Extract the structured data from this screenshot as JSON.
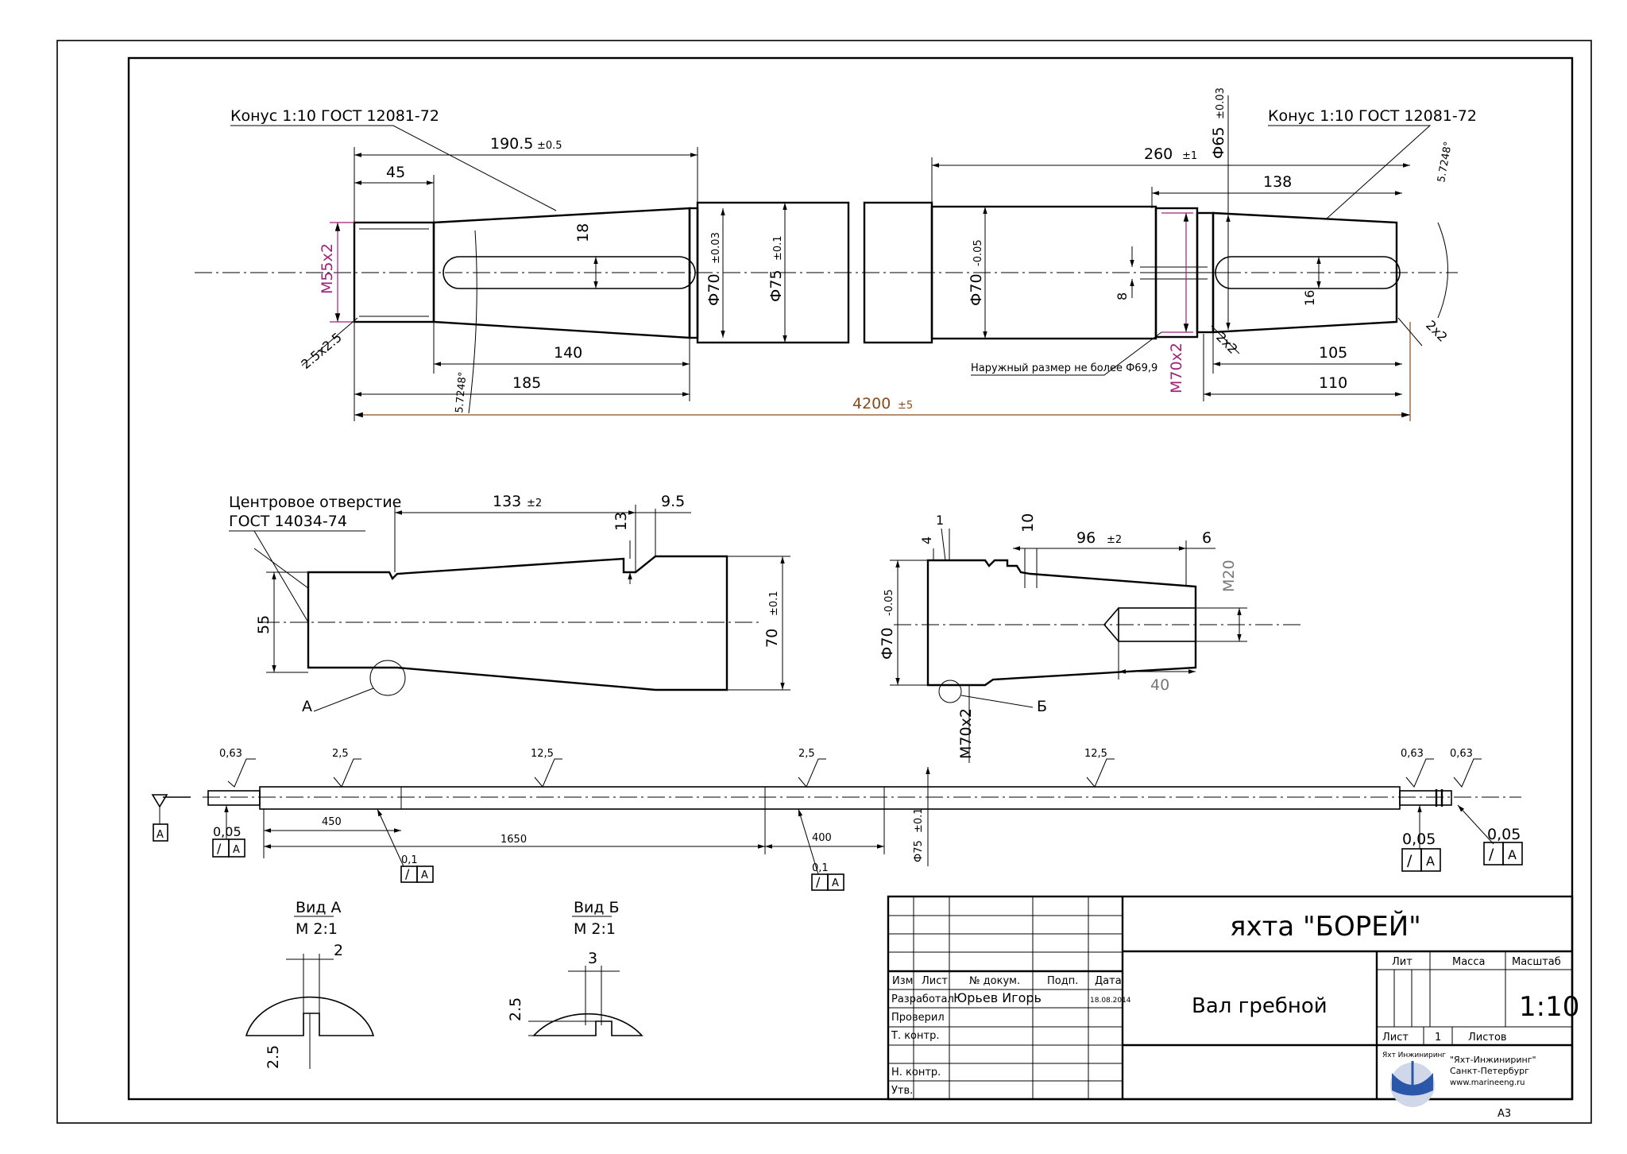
{
  "drawing": {
    "top_view": {
      "cone_left_label": "Конус 1:10 ГОСТ 12081-72",
      "cone_right_label": "Конус 1:10 ГОСТ 12081-72",
      "dim_190": "190.5",
      "dim_190_tol": "±0.5",
      "dim_45": "45",
      "dim_18": "18",
      "dim_d70": "Ф70",
      "dim_d70_tol": "±0.03",
      "dim_d75": "Ф75",
      "dim_d75_tol": "±0.1",
      "dim_m55": "M55x2",
      "dim_chamfer_left": "2.5x2.5",
      "dim_angle_left": "5.7248°",
      "dim_140": "140",
      "dim_185": "185",
      "dim_4200": "4200",
      "dim_4200_tol": "±5",
      "dim_260": "260",
      "dim_260_tol": "±1",
      "dim_d65": "Ф65",
      "dim_d65_tol": "±0.03",
      "dim_angle_right": "5.7248°",
      "dim_138": "138",
      "dim_d70b": "Ф70",
      "dim_d70b_tol": "-0.05",
      "dim_8": "8",
      "dim_16": "16",
      "dim_m70": "M70x2",
      "dim_chamfer_right1": "2x2",
      "dim_chamfer_right2": "2x2",
      "dim_105": "105",
      "dim_110": "110",
      "note_outer": "Наружный размер не более Ф69,9"
    },
    "section_left": {
      "center_hole_label_1": "Центровое отверстие",
      "center_hole_label_2": "ГОСТ 14034-74",
      "dim_133": "133",
      "dim_133_tol": "±2",
      "dim_9_5": "9.5",
      "dim_13": "13",
      "dim_55": "55",
      "dim_70": "70",
      "dim_70_tol": "±0.1",
      "callout_a": "А"
    },
    "section_right": {
      "dim_1": "1",
      "dim_4": "4",
      "dim_10": "10",
      "dim_96": "96",
      "dim_96_tol": "±2",
      "dim_6": "6",
      "dim_m20": "M20",
      "dim_d70": "Ф70",
      "dim_d70_tol": "-0.05",
      "dim_40": "40",
      "dim_m70": "M70x2",
      "callout_b": "Б"
    },
    "shaft_view": {
      "rough_063a": "0,63",
      "rough_25a": "2,5",
      "rough_125a": "12,5",
      "rough_25b": "2,5",
      "rough_125b": "12,5",
      "rough_063b": "0,63",
      "rough_063c": "0,63",
      "datum": "A",
      "tol_005a": "0,05",
      "tol_005b": "0,05",
      "tol_005c": "0,05",
      "tol_01a": "0,1",
      "tol_01b": "0,1",
      "runout_symbol": "/",
      "ref_a": "A",
      "dim_450": "450",
      "dim_1650": "1650",
      "dim_400": "400",
      "dim_d75": "Ф75",
      "dim_d75_tol": "±0.1"
    },
    "view_a": {
      "title": "Вид А",
      "scale": "M 2:1",
      "dim_2": "2",
      "dim_2_5": "2.5"
    },
    "view_b": {
      "title": "Вид Б",
      "scale": "M 2:1",
      "dim_3": "3",
      "dim_2_5": "2.5"
    }
  },
  "title_block": {
    "project": "яхта \"БОРЕЙ\"",
    "part_name": "Вал гребной",
    "hdr_izm": "Изм",
    "hdr_list": "Лист",
    "hdr_doc": "№ докум.",
    "hdr_sign": "Подп.",
    "hdr_date": "Дата",
    "row_dev": "Разработал",
    "dev_name": "Юрьев Игорь",
    "dev_date": "18.08.2014",
    "row_check": "Проверил",
    "row_tcontrol": "Т. контр.",
    "row_ncontrol": "Н. контр.",
    "row_approve": "Утв.",
    "lit": "Лит",
    "mass": "Масса",
    "scale_hdr": "Масштаб",
    "scale_val": "1:10",
    "sheet_label": "Лист",
    "sheet_num": "1",
    "sheets_label": "Листов",
    "company_logo_text": "Яхт Инжиниринг",
    "company_line1": "\"Яхт-Инжиниринг\"",
    "company_line2": "Санкт-Петербург",
    "company_line3": "www.marineeng.ru",
    "format": "A3"
  }
}
